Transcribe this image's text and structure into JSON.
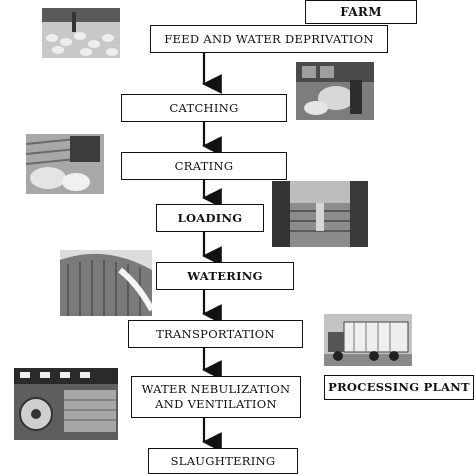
{
  "diagram": {
    "start_label": "FARM",
    "steps": [
      "FEED AND WATER DEPRIVATION",
      "CATCHING",
      "CRATING",
      "LOADING",
      "WATERING",
      "TRANSPORTATION",
      "WATER NEBULIZATION AND VENTILATION",
      "SLAUGHTERING"
    ],
    "end_label": "PROCESSING PLANT"
  },
  "colors": {
    "line": "#111111",
    "background": "#ffffff"
  },
  "photos": [
    "poultry-house-photo",
    "catching-photo",
    "crating-photo",
    "loading-photo",
    "watering-photo",
    "truck-photo",
    "lairage-photo"
  ]
}
